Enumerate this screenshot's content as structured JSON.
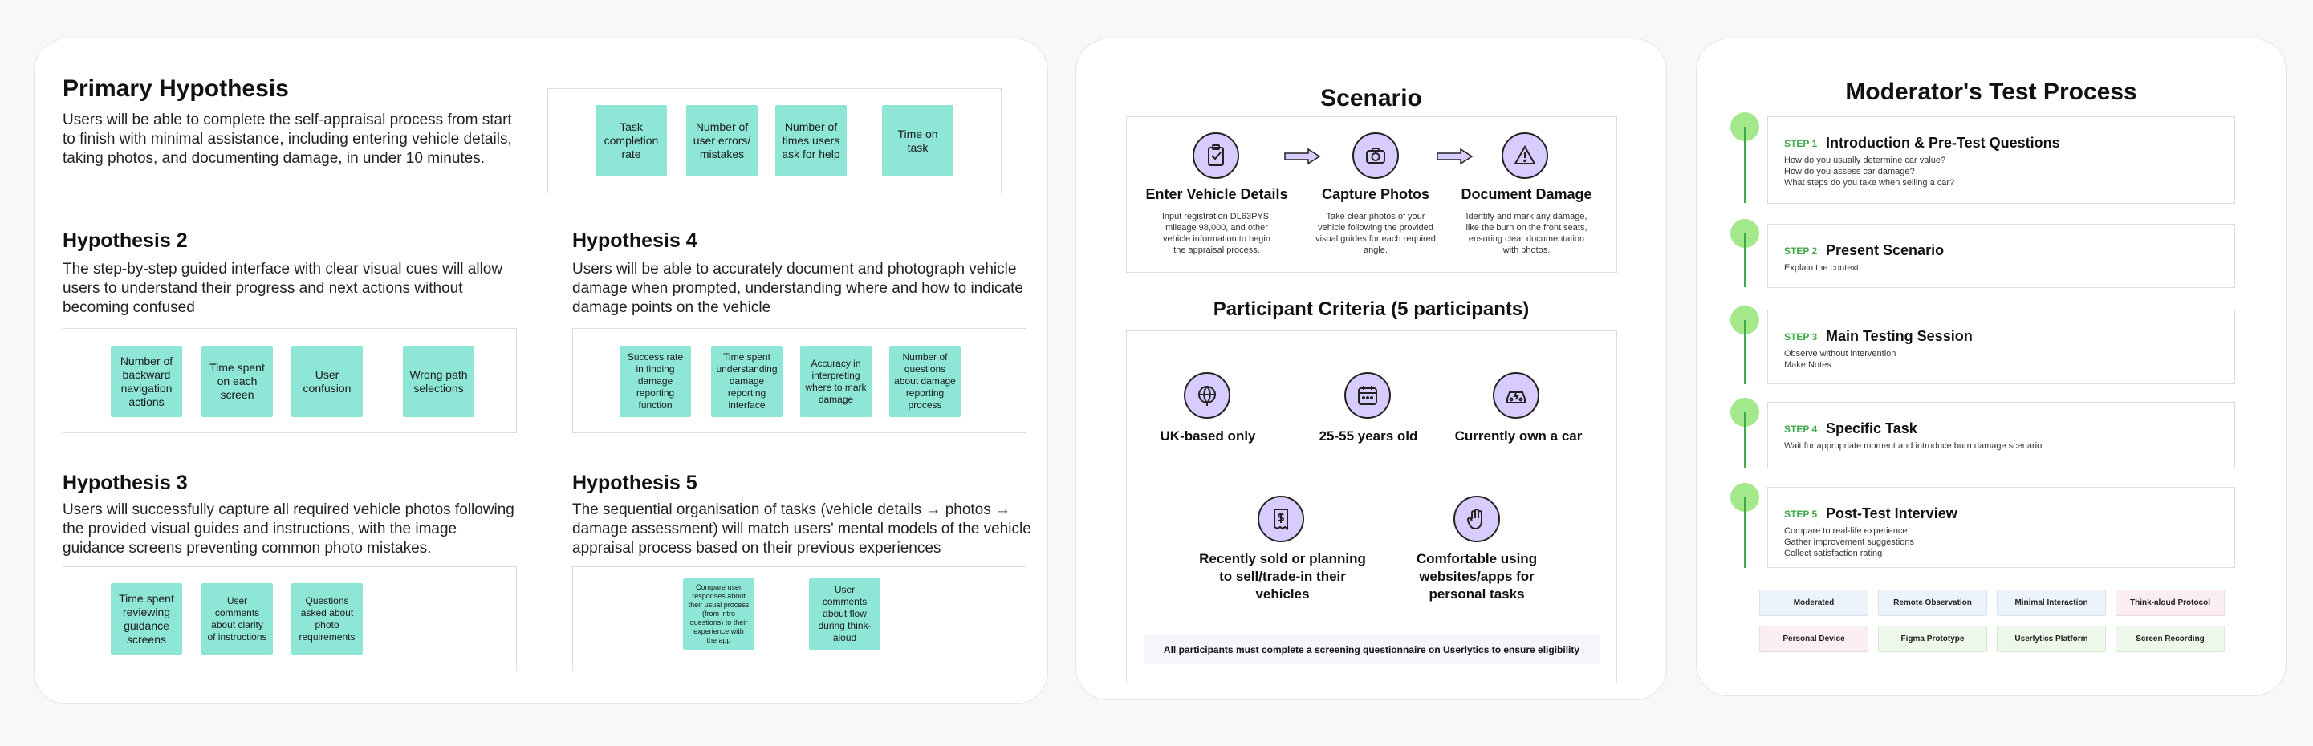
{
  "hypotheses": {
    "primary": {
      "title": "Primary Hypothesis",
      "text": "Users will be able to complete the self-appraisal process from start to finish with minimal assistance, including entering vehicle details, taking photos, and documenting damage, in under 10 minutes.",
      "metrics": [
        "Task completion rate",
        "Number of user errors/ mistakes",
        "Number of times users ask for help",
        "Time on task"
      ]
    },
    "h2": {
      "title": "Hypothesis 2",
      "text": "The step-by-step guided interface with clear visual cues will allow users to understand their progress and next actions without becoming confused",
      "metrics": [
        "Number of backward navigation actions",
        "Time spent on each screen",
        "User confusion",
        "Wrong path selections"
      ]
    },
    "h3": {
      "title": "Hypothesis 3",
      "text": "Users will successfully capture all required vehicle photos following the provided visual guides and instructions, with the image guidance screens preventing common photo mistakes.",
      "metrics": [
        "Time spent reviewing guidance screens",
        "User comments about clarity of instructions",
        "Questions asked about photo requirements"
      ]
    },
    "h4": {
      "title": "Hypothesis 4",
      "text": "Users will be able to accurately document and photograph vehicle damage when prompted, understanding where and how to indicate damage points on the vehicle",
      "metrics": [
        "Success rate in finding damage reporting function",
        "Time spent understanding damage reporting interface",
        "Accuracy in interpreting where to mark damage",
        "Number of questions about damage reporting process"
      ]
    },
    "h5": {
      "title": "Hypothesis 5",
      "text": "The sequential organisation of tasks (vehicle details → photos → damage assessment) will match users' mental models of the vehicle appraisal process based on their previous experiences",
      "metrics": [
        "Compare user responses about their usual process (from intro questions) to their experience with the app",
        "User comments about flow during think-aloud"
      ]
    }
  },
  "scenario": {
    "title": "Scenario",
    "steps": [
      {
        "icon": "clipboard-icon",
        "title": "Enter Vehicle Details",
        "desc": "Input registration DL63PYS, mileage 98,000, and other vehicle information to begin the appraisal process."
      },
      {
        "icon": "camera-icon",
        "title": "Capture Photos",
        "desc": "Take clear photos of your vehicle following the provided visual guides for each required angle."
      },
      {
        "icon": "warning-icon",
        "title": "Document Damage",
        "desc": "Identify and mark any damage, like the burn on the front seats, ensuring clear documentation with photos."
      }
    ]
  },
  "criteria": {
    "title": "Participant Criteria (5 participants)",
    "items": [
      {
        "icon": "globe-pin-icon",
        "label": "UK-based only"
      },
      {
        "icon": "calendar-icon",
        "label": "25-55 years old"
      },
      {
        "icon": "car-icon",
        "label": "Currently own a car"
      },
      {
        "icon": "receipt-icon",
        "label": "Recently sold or planning to sell/trade-in their vehicles"
      },
      {
        "icon": "hand-icon",
        "label": "Comfortable using websites/apps for personal tasks"
      }
    ],
    "note": "All participants must complete a screening questionnaire on Userlytics to ensure eligibility"
  },
  "moderator": {
    "title": "Moderator's Test Process",
    "steps": [
      {
        "label": "STEP 1",
        "title": "Introduction & Pre-Test Questions",
        "desc": "How do you usually determine car value?\nHow do you assess car damage?\nWhat steps do you take when selling a car?"
      },
      {
        "label": "STEP 2",
        "title": "Present Scenario",
        "desc": "Explain the context"
      },
      {
        "label": "STEP 3",
        "title": "Main Testing Session",
        "desc": "Observe without intervention\nMake Notes"
      },
      {
        "label": "STEP 4",
        "title": "Specific Task",
        "desc": "Wait for appropriate moment and introduce burn damage scenario"
      },
      {
        "label": "STEP 5",
        "title": "Post-Test Interview",
        "desc": "Compare to real-life experience\nGather improvement suggestions\nCollect satisfaction rating"
      }
    ],
    "tags": [
      "Moderated",
      "Remote Observation",
      "Minimal Interaction",
      "Think-aloud Protocol",
      "Personal Device",
      "Figma Prototype",
      "Userlytics Platform",
      "Screen Recording"
    ]
  },
  "colors": {
    "sticky_note": "#8ee6d6",
    "icon_fill": "#d8ccff",
    "step_green": "#3fa84a",
    "timeline_dot": "#a3e88a"
  }
}
